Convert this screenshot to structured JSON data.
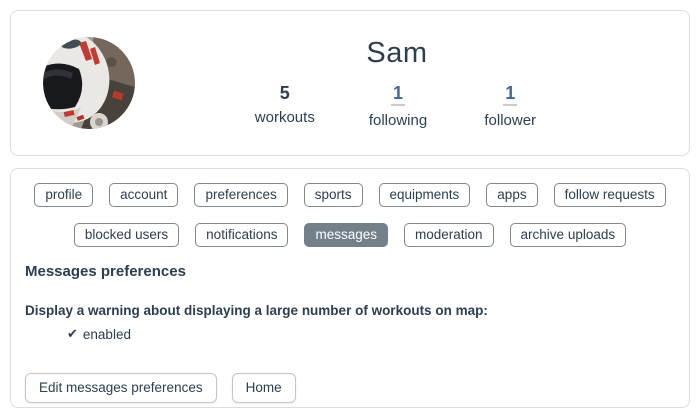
{
  "profile": {
    "username": "Sam",
    "avatar_description": "motorcycle-helmet-photo",
    "stats": {
      "workouts": {
        "value": "5",
        "label": "workouts"
      },
      "following": {
        "value": "1",
        "label": "following"
      },
      "follower": {
        "value": "1",
        "label": "follower"
      }
    }
  },
  "tabs": {
    "row1": [
      "profile",
      "account",
      "preferences",
      "sports",
      "equipments",
      "apps",
      "follow requests"
    ],
    "row2": [
      "blocked users",
      "notifications",
      "messages",
      "moderation",
      "archive uploads"
    ],
    "selected": "messages"
  },
  "messages_section": {
    "heading": "Messages preferences",
    "warning_label": "Display a warning about displaying a large number of workouts on map:",
    "warning_value": "enabled",
    "check_icon": "✔"
  },
  "buttons": {
    "edit": "Edit messages preferences",
    "home": "Home"
  },
  "colors": {
    "text": "#2c3e50",
    "link": "#44669c",
    "selected_tab_bg": "#73808a",
    "selected_tab_text": "#ffffff",
    "tab_border": "#80888f",
    "card_border": "#dcdde0"
  }
}
